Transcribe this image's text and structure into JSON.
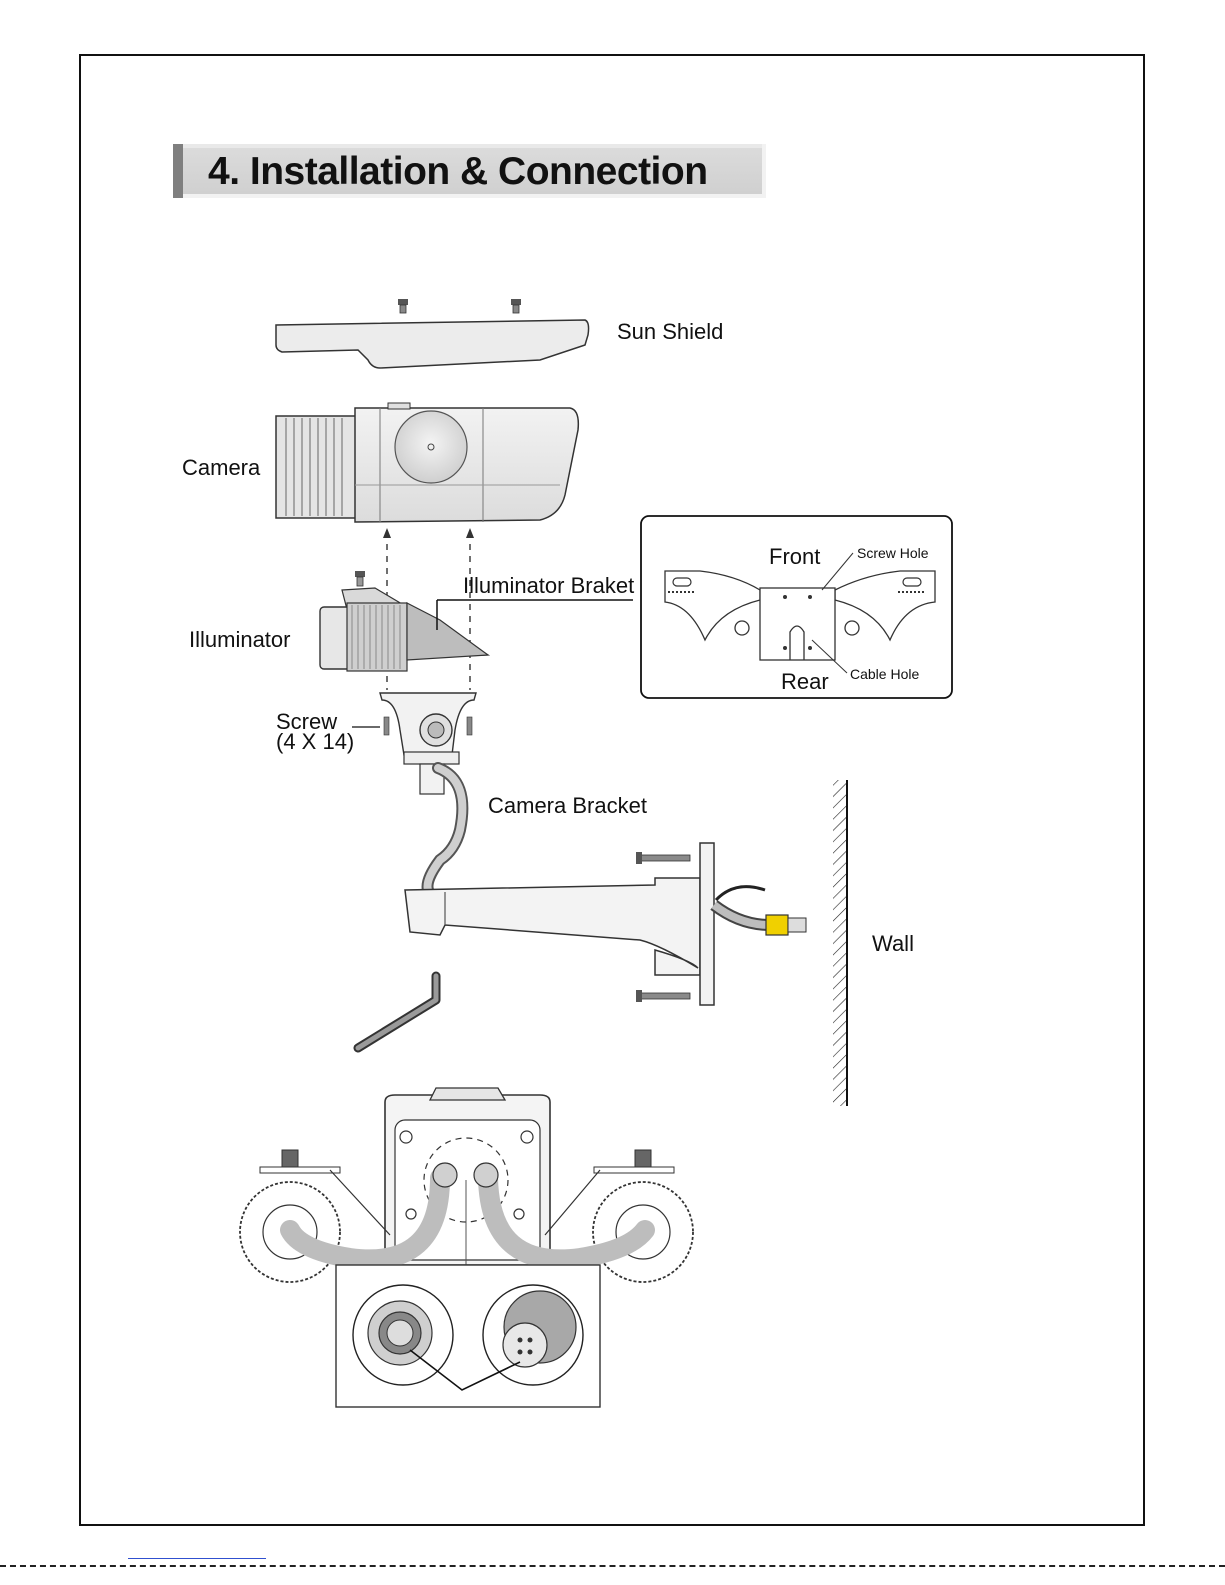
{
  "section": {
    "title": "4. Installation & Connection"
  },
  "labels": {
    "sun_shield": "Sun Shield",
    "camera": "Camera",
    "illuminator": "Illuminator",
    "illuminator_bracket": "Illuminator Braket",
    "screw": "Screw",
    "screw_size": "(4 X 14)",
    "camera_bracket": "Camera Bracket",
    "wall": "Wall"
  },
  "inset": {
    "front": "Front",
    "rear": "Rear",
    "screw_hole": "Screw Hole",
    "cable_hole": "Cable Hole"
  }
}
